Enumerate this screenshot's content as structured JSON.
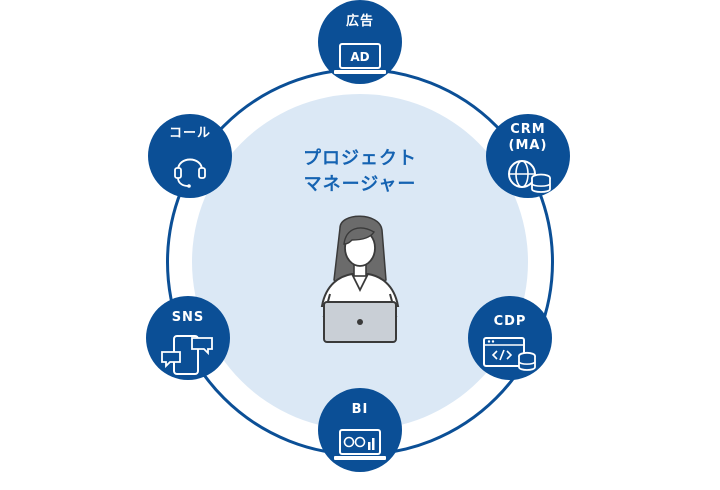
{
  "center": {
    "title_line1": "プロジェクト",
    "title_line2": "マネージャー"
  },
  "nodes": {
    "ad": {
      "label": "広告",
      "icon_text": "AD",
      "icon": "laptop-icon"
    },
    "crm": {
      "label_line1": "CRM",
      "label_line2": "(MA)",
      "icon": "globe-database-icon"
    },
    "cdp": {
      "label": "CDP",
      "icon": "code-window-database-icon"
    },
    "bi": {
      "label": "BI",
      "icon": "dashboard-laptop-icon"
    },
    "sns": {
      "label": "SNS",
      "icon": "phone-chat-icon"
    },
    "call": {
      "label": "コール",
      "icon": "headset-icon"
    }
  },
  "colors": {
    "primary": "#0b4f96",
    "accent": "#1563b2",
    "center_fill": "#dbe8f5",
    "white": "#ffffff"
  }
}
